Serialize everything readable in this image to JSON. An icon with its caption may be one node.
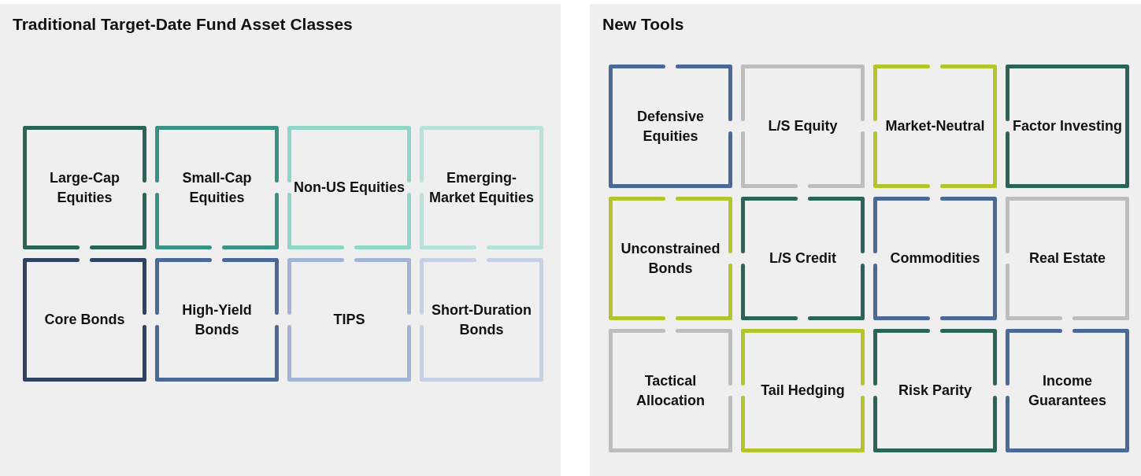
{
  "diagram": {
    "nodes": [
      {
        "text": [
          "Traditional Target-Date Fund Asset Classes"
        ]
      },
      {
        "text": [
          "Large-Cap Equities"
        ],
        "in": 0
      },
      {
        "text": [
          "Small-Cap Equities"
        ],
        "in": 0
      },
      {
        "text": [
          "Non-US Equities"
        ],
        "in": 0
      },
      {
        "text": [
          "Emerging-Market Equities"
        ],
        "in": 0
      },
      {
        "text": [
          "Core Bonds"
        ],
        "in": 0
      },
      {
        "text": [
          "High-Yield Bonds"
        ],
        "in": 0
      },
      {
        "text": [
          "TIPS"
        ],
        "in": 0
      },
      {
        "text": [
          "Short-Duration Bonds"
        ],
        "in": 0
      },
      {
        "text": [
          "New Tools"
        ]
      },
      {
        "text": [
          "Defensive Equities"
        ],
        "in": 9
      },
      {
        "text": [
          "L/S Equity"
        ],
        "in": 9
      },
      {
        "text": [
          "Market-Neutral"
        ],
        "in": 9
      },
      {
        "text": [
          "Factor Investing"
        ],
        "in": 9
      },
      {
        "text": [
          "Unconstrained Bonds"
        ],
        "in": 9
      },
      {
        "text": [
          "L/S Credit"
        ],
        "in": 9
      },
      {
        "text": [
          "Commodities"
        ],
        "in": 9
      },
      {
        "text": [
          "Real Estate"
        ],
        "in": 9
      },
      {
        "text": [
          "Tactical Allocation"
        ],
        "in": 9
      },
      {
        "text": [
          "Tail Hedging"
        ],
        "in": 9
      },
      {
        "text": [
          "Risk Parity"
        ],
        "in": 9
      },
      {
        "text": [
          "Income Guarantees"
        ],
        "in": 9
      }
    ]
  }
}
